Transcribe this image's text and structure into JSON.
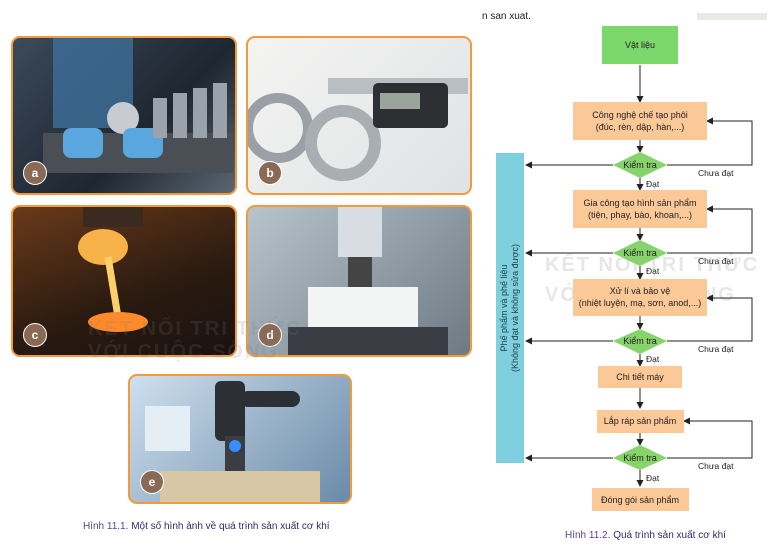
{
  "top_note": "n san xuat.",
  "photos": [
    {
      "tag": "a"
    },
    {
      "tag": "b"
    },
    {
      "tag": "c"
    },
    {
      "tag": "d"
    },
    {
      "tag": "e"
    }
  ],
  "caption_left": {
    "label": "Hình 11.1.",
    "text": "Một số hình ảnh về quá trình sản xuất cơ khí"
  },
  "caption_right": {
    "label": "Hình 11.2.",
    "text": "Quá trình sản xuất cơ khí"
  },
  "watermark": {
    "line1": "KẾT NỐI TRI THỨC",
    "line2": "VỚI CUỘC SỐNG"
  },
  "sidebar": {
    "line1": "Phế phẩm và phế liệu",
    "line2": "(Không đạt và không sửa được)"
  },
  "flow": {
    "start": "Vật liệu",
    "step1_l1": "Công nghệ chế tạo phôi",
    "step1_l2": "(đúc, rèn, dập, hàn,...)",
    "step2_l1": "Gia công tạo hình sản phẩm",
    "step2_l2": "(tiện, phay, bào, khoan,...)",
    "step3_l1": "Xử lí và bảo vệ",
    "step3_l2": "(nhiệt luyện, mạ, sơn, anod,...)",
    "check": "Kiểm tra",
    "pass": "Đạt",
    "fail": "Chưa đạt",
    "part": "Chi tiết máy",
    "assembly": "Lắp ráp sản phẩm",
    "pack": "Đóng gói sản phẩm"
  },
  "colors": {
    "start": "#7cd86b",
    "step": "#fbc898",
    "diamond": "#86d46b",
    "sidebar": "#7fd0df",
    "frame": "#f29a3c"
  }
}
